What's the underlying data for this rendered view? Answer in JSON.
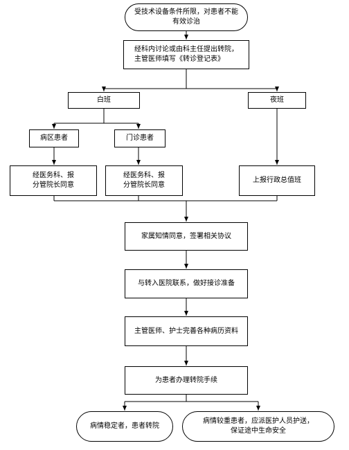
{
  "nodes": {
    "start": [
      "受技术设备条件所限，对患者不能",
      "有效诊治"
    ],
    "discuss": [
      "经科内讨论或由科主任提出转院，",
      "主管医师填写《转诊登记表》"
    ],
    "dayshift": "白班",
    "nightshift": "夜班",
    "ward_patient": "病区患者",
    "outpatient": "门诊患者",
    "report_left": [
      "经医务科、报",
      "分管院长同意"
    ],
    "report_mid": [
      "经医务科、报",
      "分管院长同意"
    ],
    "report_night": "上报行政总值班",
    "family_consent": "家属知情同意，签署相关协议",
    "contact_hospital": "与转入医院联系，做好接诊准备",
    "records": "主管医师、护士完善各种病历资料",
    "procedures": "为患者办理转院手续",
    "stable": "病情稳定者，患者转院",
    "critical": [
      "病情较重患者，应派医护人员护送，",
      "保证途中生命安全"
    ]
  }
}
